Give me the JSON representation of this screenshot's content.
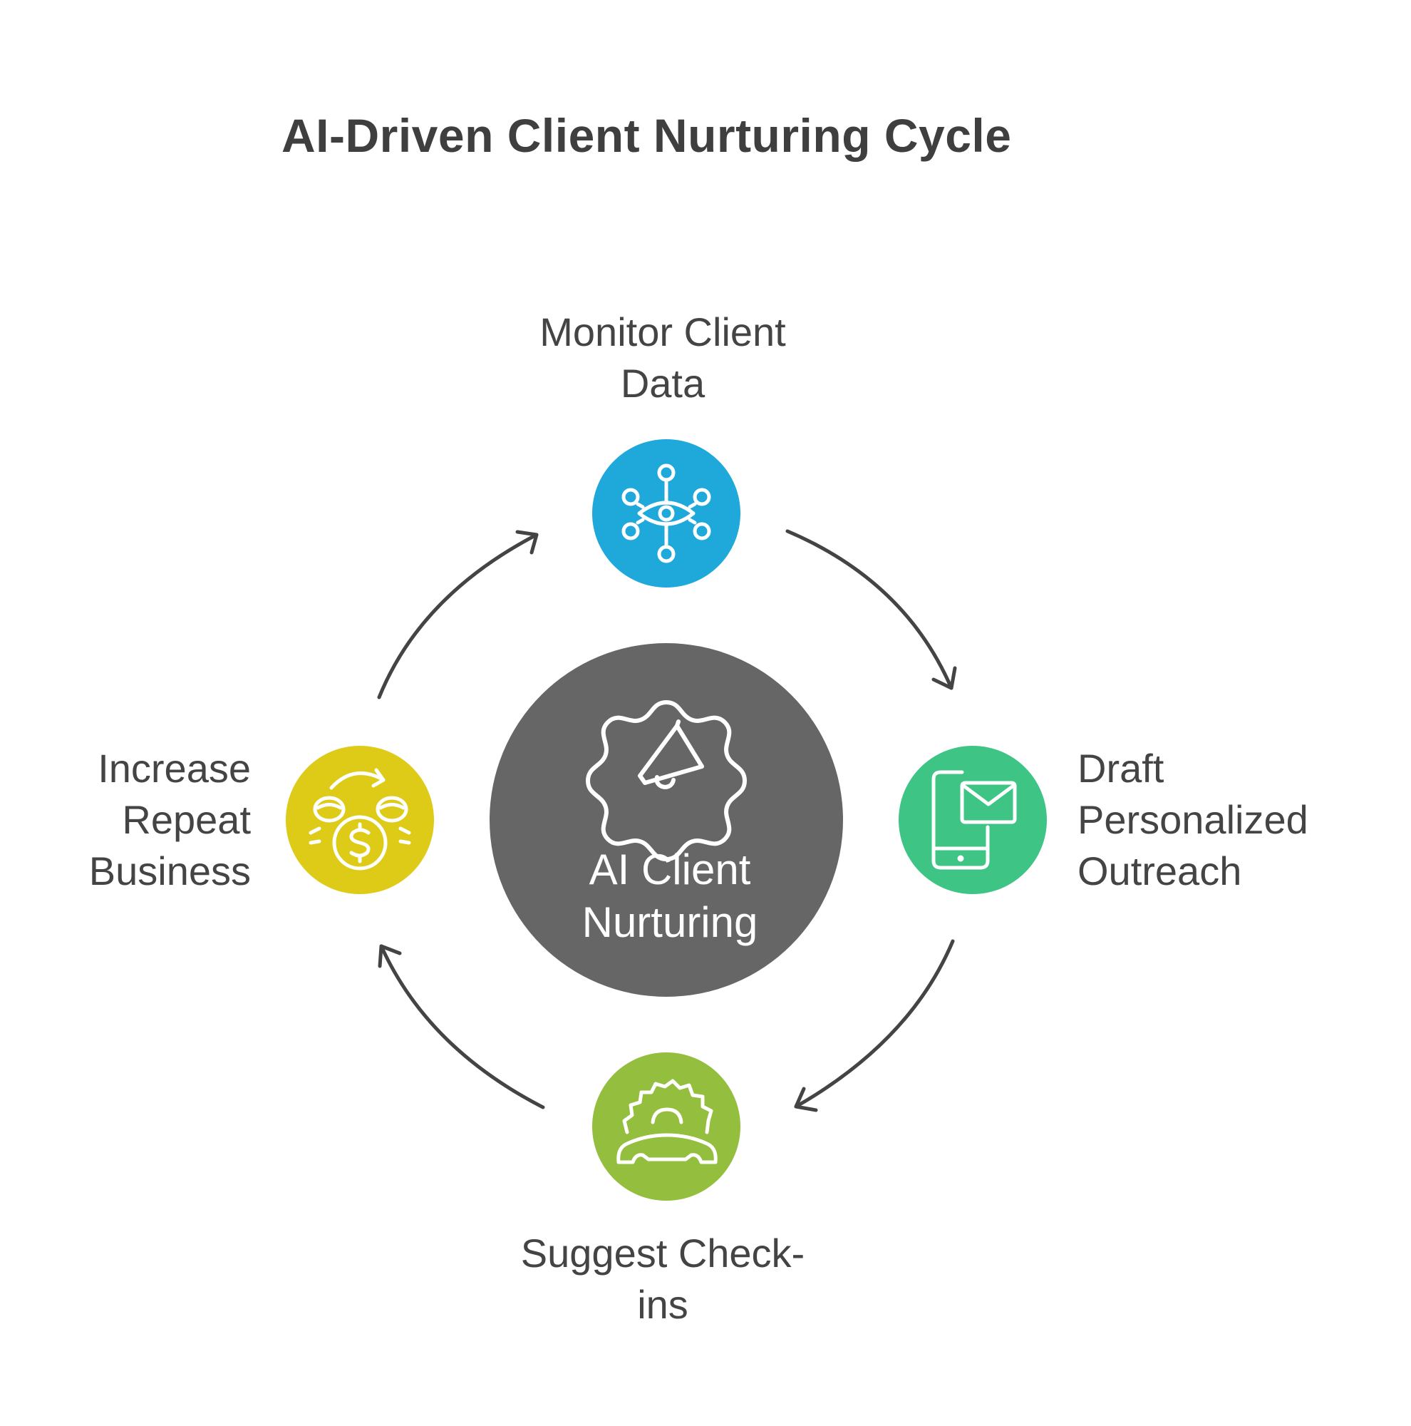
{
  "title": "AI-Driven Client Nurturing Cycle",
  "center": {
    "line1": "AI Client",
    "line2": "Nurturing",
    "color": "#666666",
    "icon": "gear-megaphone-icon"
  },
  "steps": [
    {
      "line1": "Monitor Client",
      "line2": "Data",
      "color": "#1FA8DA",
      "icon": "network-eye-icon"
    },
    {
      "line1": "Draft",
      "line2": "Personalized",
      "line3": "Outreach",
      "color": "#3EC484",
      "icon": "phone-mail-icon"
    },
    {
      "line1": "Suggest Check-",
      "line2": "ins",
      "color": "#94BE3D",
      "icon": "gear-phone-icon"
    },
    {
      "line1": "Increase",
      "line2": "Repeat",
      "line3": "Business",
      "color": "#DDCB17",
      "icon": "coins-cycle-icon"
    }
  ]
}
